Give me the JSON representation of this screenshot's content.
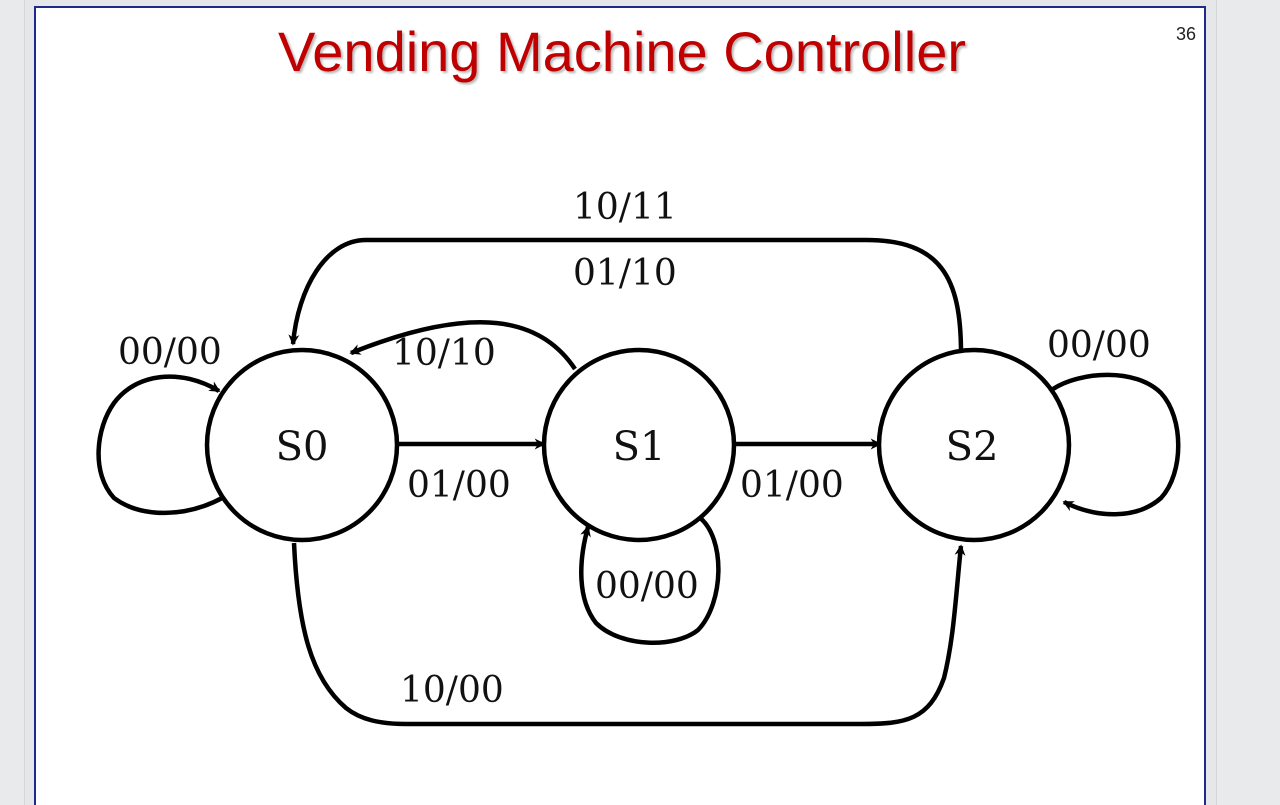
{
  "slide": {
    "title": "Vending Machine Controller",
    "page_number": "36",
    "title_color": "#c00000",
    "border_color": "#1f2a8a"
  },
  "diagram": {
    "states": [
      {
        "id": "S0",
        "label": "S0"
      },
      {
        "id": "S1",
        "label": "S1"
      },
      {
        "id": "S2",
        "label": "S2"
      }
    ],
    "transitions": [
      {
        "from": "S0",
        "to": "S0",
        "label": "00/00"
      },
      {
        "from": "S0",
        "to": "S1",
        "label": "01/00"
      },
      {
        "from": "S0",
        "to": "S2",
        "label": "10/00"
      },
      {
        "from": "S1",
        "to": "S0",
        "label": "10/10"
      },
      {
        "from": "S1",
        "to": "S1",
        "label": "00/00"
      },
      {
        "from": "S1",
        "to": "S2",
        "label": "01/00"
      },
      {
        "from": "S2",
        "to": "S0",
        "label": "10/11"
      },
      {
        "from": "S2",
        "to": "S0",
        "label": "01/10"
      },
      {
        "from": "S2",
        "to": "S2",
        "label": "00/00"
      }
    ]
  }
}
